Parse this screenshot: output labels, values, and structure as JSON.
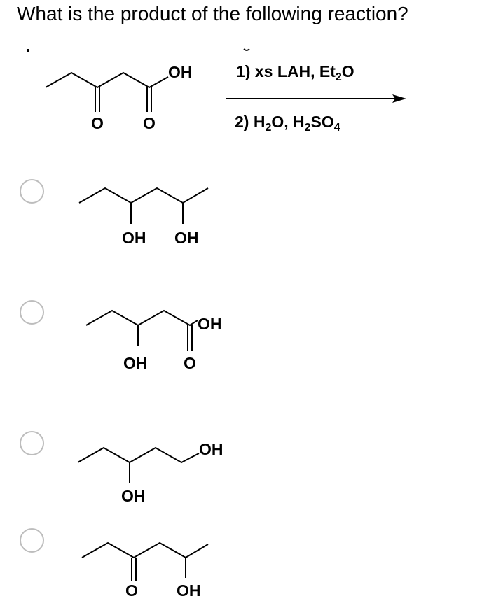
{
  "question": {
    "text": "What is the product of the following reaction?"
  },
  "reaction": {
    "reactant": {
      "oh": "OH",
      "o1": "O",
      "o2": "O"
    },
    "conditions": {
      "step1_prefix": "1) xs LAH, Et",
      "step1_sub": "2",
      "step1_suffix": "O",
      "step2_prefix": "2) H",
      "step2_sub1": "2",
      "step2_mid": "O, H",
      "step2_sub2": "2",
      "step2_mid2": "SO",
      "step2_sub3": "4"
    }
  },
  "options": [
    {
      "labels": {
        "a": "OH",
        "b": "OH"
      }
    },
    {
      "labels": {
        "a": "OH",
        "b": "OH",
        "c": "O"
      }
    },
    {
      "labels": {
        "a": "OH",
        "b": "OH"
      }
    },
    {
      "labels": {
        "a": "O",
        "b": "OH"
      }
    }
  ]
}
